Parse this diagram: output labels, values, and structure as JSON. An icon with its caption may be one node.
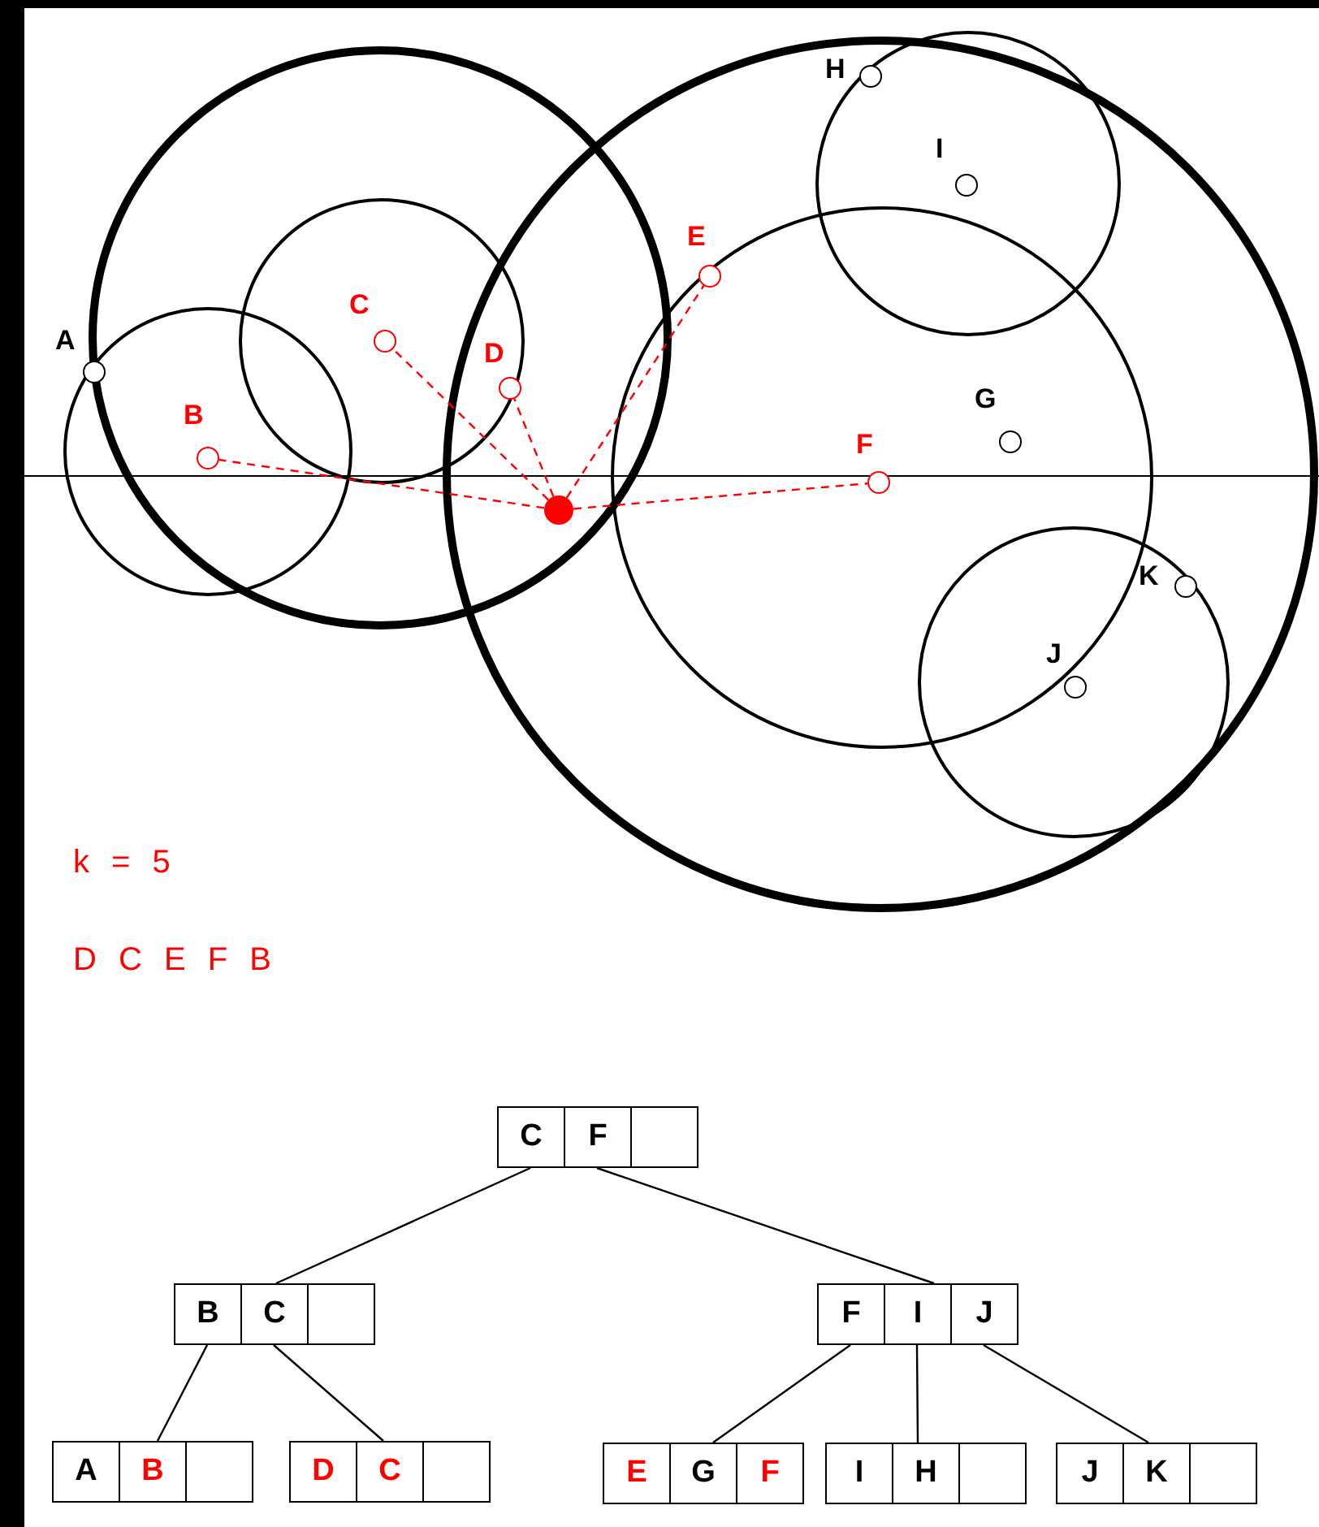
{
  "diagram": {
    "nodes": [
      {
        "text": [
          "A"
        ]
      },
      {
        "text": [
          "B"
        ]
      },
      {
        "text": [
          "C"
        ]
      },
      {
        "text": [
          "D"
        ]
      },
      {
        "text": [
          "E"
        ]
      },
      {
        "text": [
          "F"
        ]
      },
      {
        "text": [
          "G"
        ]
      },
      {
        "text": [
          "H"
        ]
      },
      {
        "text": [
          "I"
        ]
      },
      {
        "text": [
          "J"
        ]
      },
      {
        "text": [
          "K"
        ]
      },
      {
        "text": [],
        "shape": "circle"
      },
      {
        "text": [],
        "shape": "box"
      },
      {
        "text": [
          "C"
        ],
        "in": 12
      },
      {
        "text": [
          "F"
        ],
        "in": 12
      },
      {
        "text": [],
        "shape": "box",
        "in": 12
      },
      {
        "text": [],
        "shape": "box"
      },
      {
        "text": [
          "B"
        ],
        "in": 16
      },
      {
        "text": [
          "C"
        ],
        "in": 16
      },
      {
        "text": [],
        "shape": "box",
        "in": 16
      },
      {
        "text": [],
        "shape": "box"
      },
      {
        "text": [
          "F"
        ],
        "in": 20
      },
      {
        "text": [
          "I"
        ],
        "in": 20
      },
      {
        "text": [
          "J"
        ],
        "in": 20
      },
      {
        "text": [],
        "shape": "box"
      },
      {
        "text": [
          "A"
        ],
        "in": 24
      },
      {
        "text": [
          "B"
        ],
        "in": 24
      },
      {
        "text": [],
        "shape": "box",
        "in": 24
      },
      {
        "text": [],
        "shape": "box"
      },
      {
        "text": [
          "D"
        ],
        "in": 28
      },
      {
        "text": [
          "C"
        ],
        "in": 28
      },
      {
        "text": [],
        "shape": "box",
        "in": 28
      },
      {
        "text": [],
        "shape": "box"
      },
      {
        "text": [
          "E"
        ],
        "in": 32
      },
      {
        "text": [
          "G"
        ],
        "in": 32
      },
      {
        "text": [
          "F"
        ],
        "in": 32
      },
      {
        "text": [],
        "shape": "box"
      },
      {
        "text": [
          "I"
        ],
        "in": 36
      },
      {
        "text": [
          "H"
        ],
        "in": 36
      },
      {
        "text": [],
        "shape": "box",
        "in": 36
      },
      {
        "text": [],
        "shape": "box"
      },
      {
        "text": [
          "J"
        ],
        "in": 40
      },
      {
        "text": [
          "K"
        ],
        "in": 40
      },
      {
        "text": [],
        "shape": "box",
        "in": 40
      }
    ],
    "edges": [
      {
        "from": 11,
        "to": 3,
        "arrow": "none",
        "style": "dashed",
        "color": "#ff0000"
      },
      {
        "from": 11,
        "to": 2,
        "arrow": "none",
        "style": "dashed",
        "color": "#ff0000"
      },
      {
        "from": 11,
        "to": 4,
        "arrow": "none",
        "style": "dashed",
        "color": "#ff0000"
      },
      {
        "from": 11,
        "to": 5,
        "arrow": "none",
        "style": "dashed",
        "color": "#ff0000"
      },
      {
        "from": 11,
        "to": 1,
        "arrow": "none",
        "style": "dashed",
        "color": "#ff0000"
      },
      {
        "from": 13,
        "to": 16,
        "arrow": "none"
      },
      {
        "from": 14,
        "to": 20,
        "arrow": "none"
      },
      {
        "from": 17,
        "to": 24,
        "arrow": "none"
      },
      {
        "from": 18,
        "to": 28,
        "arrow": "none"
      },
      {
        "from": 21,
        "to": 32,
        "arrow": "none"
      },
      {
        "from": 22,
        "to": 36,
        "arrow": "none"
      },
      {
        "from": 23,
        "to": 40,
        "arrow": "none"
      }
    ],
    "labels": [
      "k = 5",
      "D C E F B"
    ]
  }
}
